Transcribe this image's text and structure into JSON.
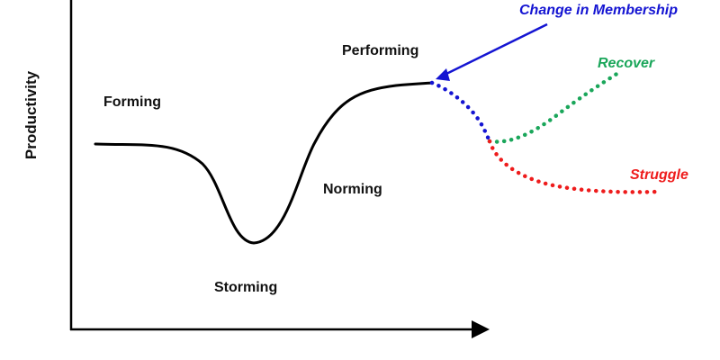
{
  "axes": {
    "y_label": "Productivity"
  },
  "stages": {
    "forming": "Forming",
    "storming": "Storming",
    "norming": "Norming",
    "performing": "Performing"
  },
  "event": {
    "label": "Change in Membership",
    "color": "#1414d2"
  },
  "outcomes": {
    "recover": {
      "label": "Recover",
      "color": "#1aa65a"
    },
    "struggle": {
      "label": "Struggle",
      "color": "#ee1c1c"
    }
  },
  "curve_color": "#000000"
}
